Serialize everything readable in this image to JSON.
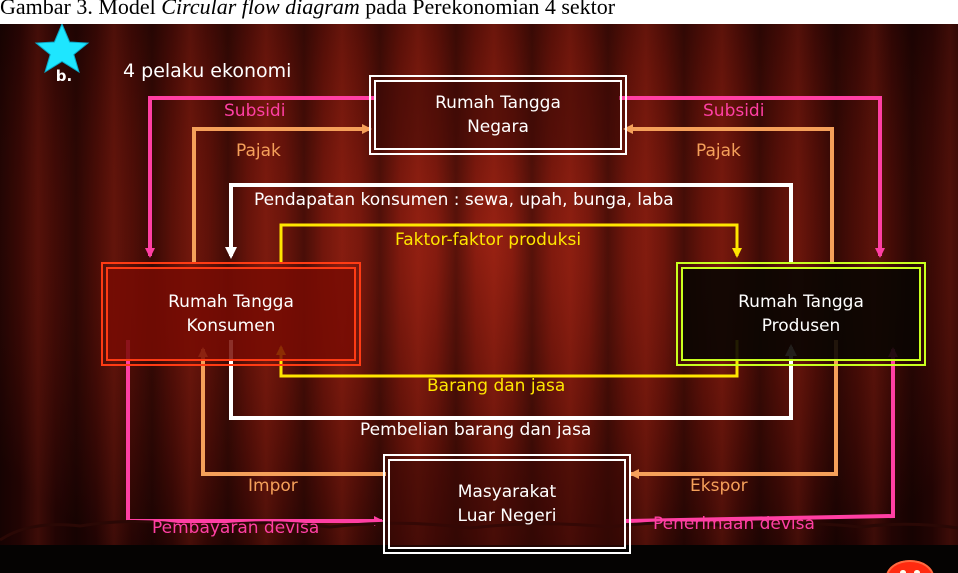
{
  "caption": {
    "prefix": "Gambar 3. Model ",
    "italic": "Circular flow diagram",
    "suffix": " pada Perekonomian 4 sektor"
  },
  "slide": {
    "badge": "b.",
    "title": "4 pelaku ekonomi"
  },
  "nodes": {
    "negara": [
      "Rumah Tangga",
      "Negara"
    ],
    "konsumen": [
      "Rumah Tangga",
      "Konsumen"
    ],
    "produsen": [
      "Rumah Tangga",
      "Produsen"
    ],
    "luar_negeri": [
      "Masyarakat",
      "Luar Negeri"
    ]
  },
  "flows": {
    "subsidi_left": "Subsidi",
    "subsidi_right": "Subsidi",
    "pajak_left": "Pajak",
    "pajak_right": "Pajak",
    "pendapatan": "Pendapatan konsumen : sewa, upah, bunga, laba",
    "faktor": "Faktor-faktor produksi",
    "barang": "Barang dan jasa",
    "pembelian": "Pembelian barang dan jasa",
    "impor": "Impor",
    "ekspor": "Ekspor",
    "pembayaran": "Pembayaran devisa",
    "penerimaan": "Penerimaan devisa"
  },
  "colors": {
    "pink": "#ff3fa3",
    "orange": "#f5a05a",
    "white": "#ffffff",
    "yellow": "#ffe600",
    "konsumen_border": "#ff3b14",
    "produsen_border": "#c8ff1e",
    "star": "#1ee6ff"
  },
  "icons": {
    "badge": "star-icon",
    "corner": "smiley-icon"
  }
}
